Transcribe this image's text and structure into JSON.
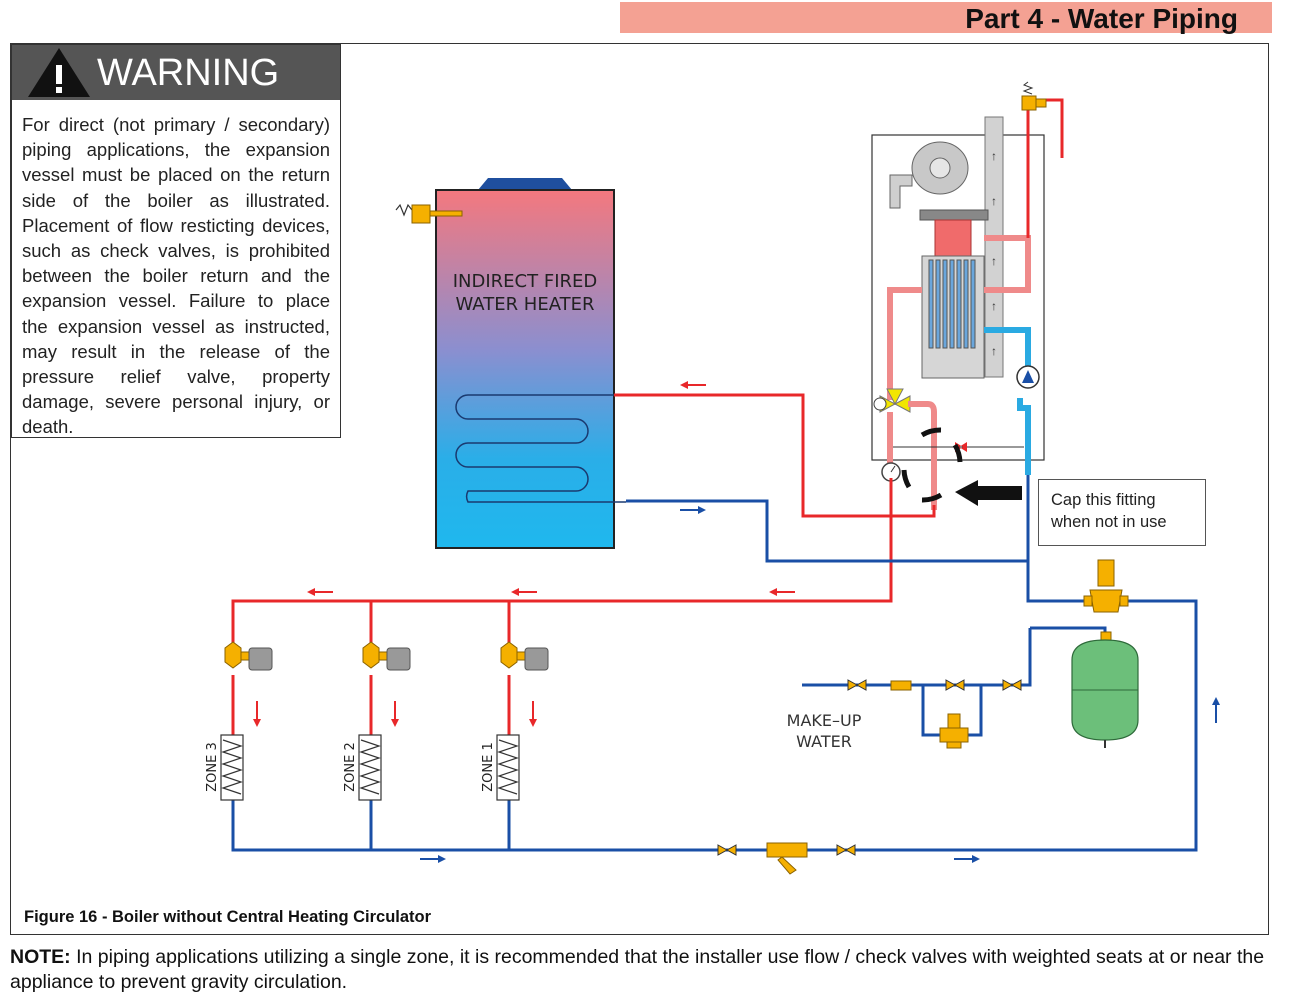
{
  "header": {
    "title": "Part 4 - Water Piping"
  },
  "warning": {
    "title": "WARNING",
    "text": "For direct (not primary / secondary) piping applications, the expansion vessel must be placed on the return side of the boiler as illustrated. Placement of flow resticting devices, such as check valves, is prohibited between the boiler return and the expansion vessel. Failure to place the expansion vessel as instructed, may result in the release of the pressure relief valve, property damage, severe personal injury, or death."
  },
  "diagram": {
    "water_heater_label_1": "INDIRECT FIRED",
    "water_heater_label_2": "WATER HEATER",
    "makeup_label_1": "MAKE–UP",
    "makeup_label_2": "WATER",
    "zones": [
      "ZONE 3",
      "ZONE 2",
      "ZONE 1"
    ],
    "cap_note_1": "Cap this fitting",
    "cap_note_2": "when not in use",
    "colors": {
      "supply": "#e8282a",
      "return": "#1a4fa6",
      "boiler_supply": "#ef8a8a",
      "boiler_return": "#2aaae2",
      "valve": "#f5b000",
      "tank": "#6cbf7a"
    }
  },
  "figure": {
    "caption": "Figure 16 - Boiler without Central Heating Circulator"
  },
  "note": {
    "label": "NOTE:",
    "text": " In piping applications utilizing a single zone, it is recommended that the installer use flow / check valves with weighted seats at or near the appliance to prevent gravity circulation."
  }
}
